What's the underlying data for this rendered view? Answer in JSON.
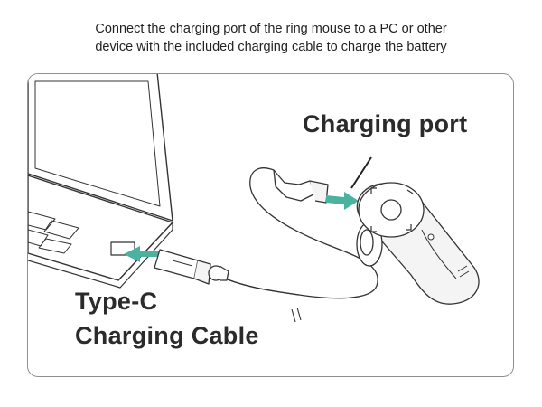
{
  "instruction": {
    "line1": "Connect the charging port of the ring mouse to a PC or other",
    "line2": "device with the included charging cable to charge the battery"
  },
  "labels": {
    "charging_port": "Charging port",
    "cable_line1": "Type-C",
    "cable_line2": "Charging Cable"
  },
  "colors": {
    "arrow": "#4ab3a0",
    "outline": "#333333",
    "device_fill": "#f4f4f4",
    "frame_border": "#8f8f8f"
  },
  "icons": [
    "laptop-icon",
    "usb-plug-icon",
    "type-c-plug-icon",
    "ring-mouse-icon",
    "insert-arrow-icon"
  ]
}
